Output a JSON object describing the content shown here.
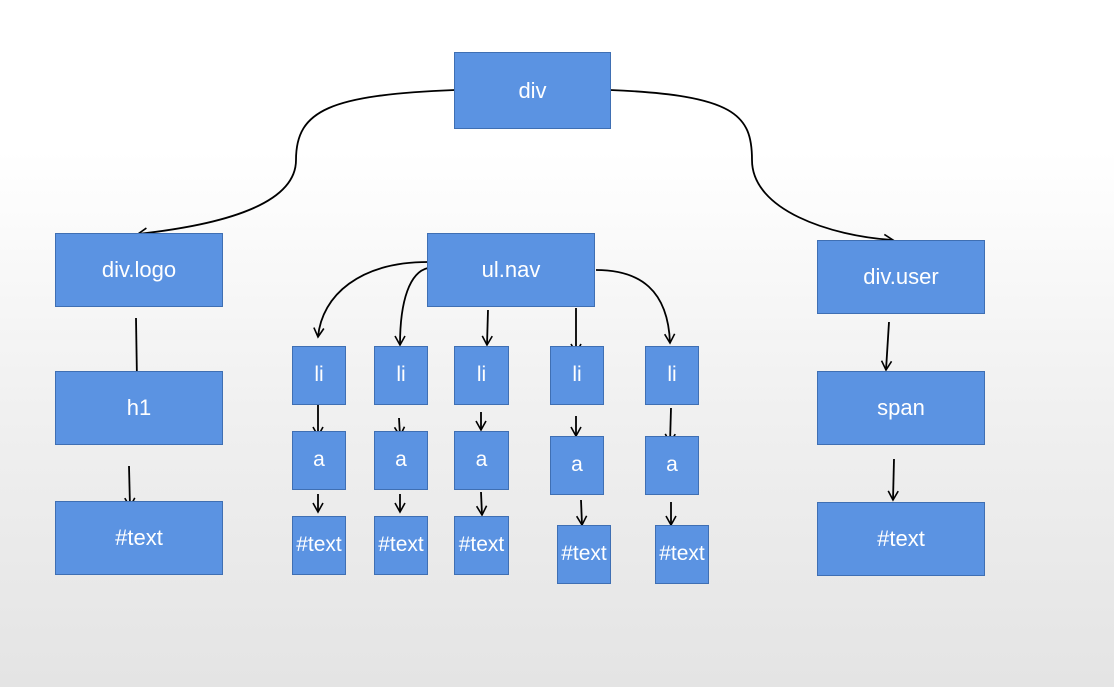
{
  "nodes": {
    "root": "div",
    "logo": "div.logo",
    "nav": "ul.nav",
    "user": "div.user",
    "h1": "h1",
    "logo_text": "#text",
    "span": "span",
    "user_text": "#text",
    "li1": "li",
    "li2": "li",
    "li3": "li",
    "li4": "li",
    "li5": "li",
    "a1": "a",
    "a2": "a",
    "a3": "a",
    "a4": "a",
    "a5": "a",
    "t1": "#text",
    "t2": "#text",
    "t3": "#text",
    "t4": "#text",
    "t5": "#text"
  }
}
